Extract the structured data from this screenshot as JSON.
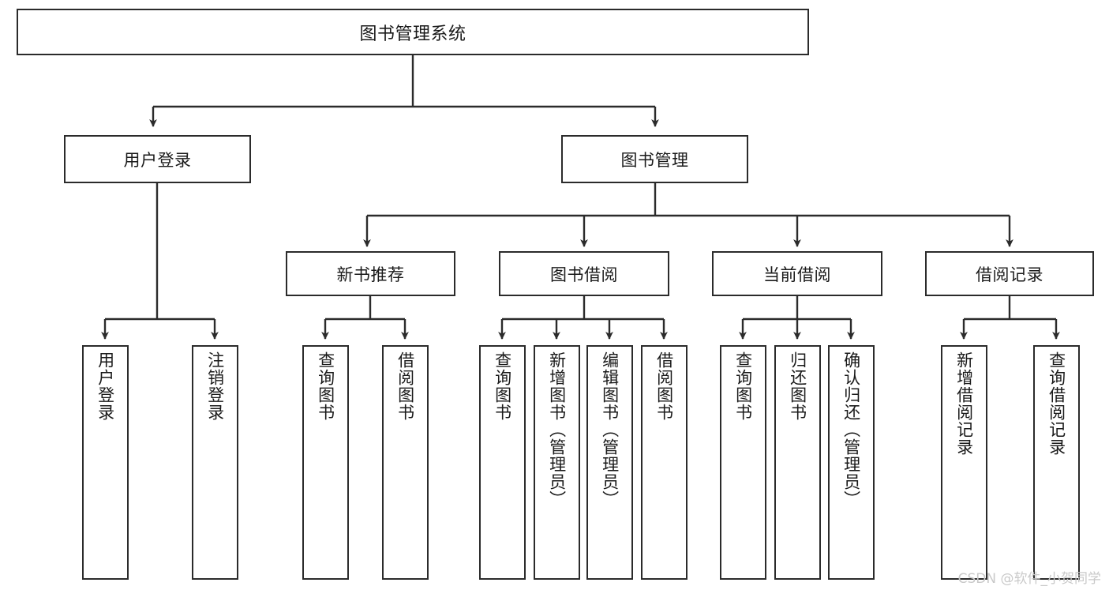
{
  "diagram": {
    "title": "图书管理系统",
    "type": "hierarchy-tree",
    "watermark": "CSDN @软件_小贺同学",
    "colors": {
      "stroke": "#2b2b2b",
      "fill": "#ffffff",
      "text": "#1a1a1a",
      "watermark": "#c9c9c9"
    },
    "levels": {
      "level1": [
        {
          "id": "root",
          "label": "图书管理系统"
        }
      ],
      "level2": [
        {
          "id": "user-login",
          "label": "用户登录"
        },
        {
          "id": "book-management",
          "label": "图书管理"
        }
      ],
      "level3": [
        {
          "id": "new-book-recommend",
          "label": "新书推荐",
          "parent": "book-management"
        },
        {
          "id": "book-borrow",
          "label": "图书借阅",
          "parent": "book-management"
        },
        {
          "id": "current-borrow",
          "label": "当前借阅",
          "parent": "book-management"
        },
        {
          "id": "borrow-record",
          "label": "借阅记录",
          "parent": "book-management"
        }
      ],
      "level4": [
        {
          "id": "leaf-user-login",
          "label": "用户登录",
          "parent": "user-login"
        },
        {
          "id": "leaf-user-logout",
          "label": "注销登录",
          "parent": "user-login"
        },
        {
          "id": "leaf-query-book-1",
          "label": "查询图书",
          "parent": "new-book-recommend"
        },
        {
          "id": "leaf-borrow-book-1",
          "label": "借阅图书",
          "parent": "new-book-recommend"
        },
        {
          "id": "leaf-query-book-2",
          "label": "查询图书",
          "parent": "book-borrow"
        },
        {
          "id": "leaf-add-book",
          "label": "新增图书（管理员）",
          "parent": "book-borrow"
        },
        {
          "id": "leaf-edit-book",
          "label": "编辑图书（管理员）",
          "parent": "book-borrow"
        },
        {
          "id": "leaf-borrow-book-2",
          "label": "借阅图书",
          "parent": "book-borrow"
        },
        {
          "id": "leaf-query-book-3",
          "label": "查询图书",
          "parent": "current-borrow"
        },
        {
          "id": "leaf-return-book",
          "label": "归还图书",
          "parent": "current-borrow"
        },
        {
          "id": "leaf-confirm-return",
          "label": "确认归还（管理员）",
          "parent": "current-borrow"
        },
        {
          "id": "leaf-add-record",
          "label": "新增借阅记录",
          "parent": "borrow-record"
        },
        {
          "id": "leaf-query-record",
          "label": "查询借阅记录",
          "parent": "borrow-record"
        }
      ]
    }
  }
}
